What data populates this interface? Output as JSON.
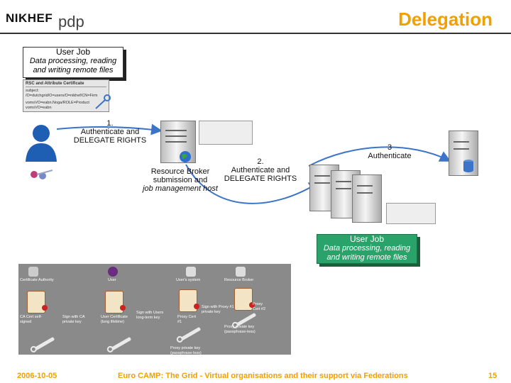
{
  "header": {
    "logo_left": "NIKHEF",
    "logo_right": "pdp",
    "title": "Delegation"
  },
  "user_job_top": {
    "heading": "User Job",
    "body_line1": "Data processing, reading",
    "body_line2": "and writing remote files"
  },
  "certificate": {
    "title": "RSC and Attribute Certificate",
    "subject": "subject: /O=dutchgrid/O=users/O=nikhef/CN=Firm",
    "attr1": "vomsVO=eabn.Noga/ROLE=Product",
    "attr2": "vomsVO=eabn"
  },
  "step1": {
    "number": "1.",
    "line1": "Authenticate and",
    "line2": "DELEGATE RIGHTS"
  },
  "resource_broker": {
    "line1": "Resource Broker",
    "line2": "submission and",
    "line3": "job management host"
  },
  "step2": {
    "number": "2.",
    "line1": "Authenticate and",
    "line2": "DELEGATE RIGHTS"
  },
  "step3": {
    "number": "3",
    "line1": "Authenticate"
  },
  "user_job_bottom": {
    "heading": "User Job",
    "body_line1": "Data processing, reading",
    "body_line2": "and writing remote files"
  },
  "panel": {
    "entities": [
      "Certificate Authority",
      "User",
      "User's system",
      "Resource Broker"
    ],
    "ca_cert": "CA Cert self-signed",
    "sign_ca": "Sign with CA private key",
    "user_cert": "User Certificate (long lifetime)",
    "sign_user": "Sign with Users long-term key",
    "proxy1": "Proxy Cert #1",
    "sign_proxy": "Sign with Proxy #1 private key",
    "proxy2": "Proxy Cert #2",
    "proxy_key1": "Proxy private key (passphrase-less)",
    "proxy_key2": "Proxy private key (passphrase-less)"
  },
  "footer": {
    "date": "2006-10-05",
    "text": "Euro CAMP: The Grid - Virtual organisations and their support via Federations",
    "page": "15"
  },
  "colors": {
    "accent": "#f0a000",
    "job_green": "#2aa36b",
    "arrow_blue": "#3b74c8"
  }
}
